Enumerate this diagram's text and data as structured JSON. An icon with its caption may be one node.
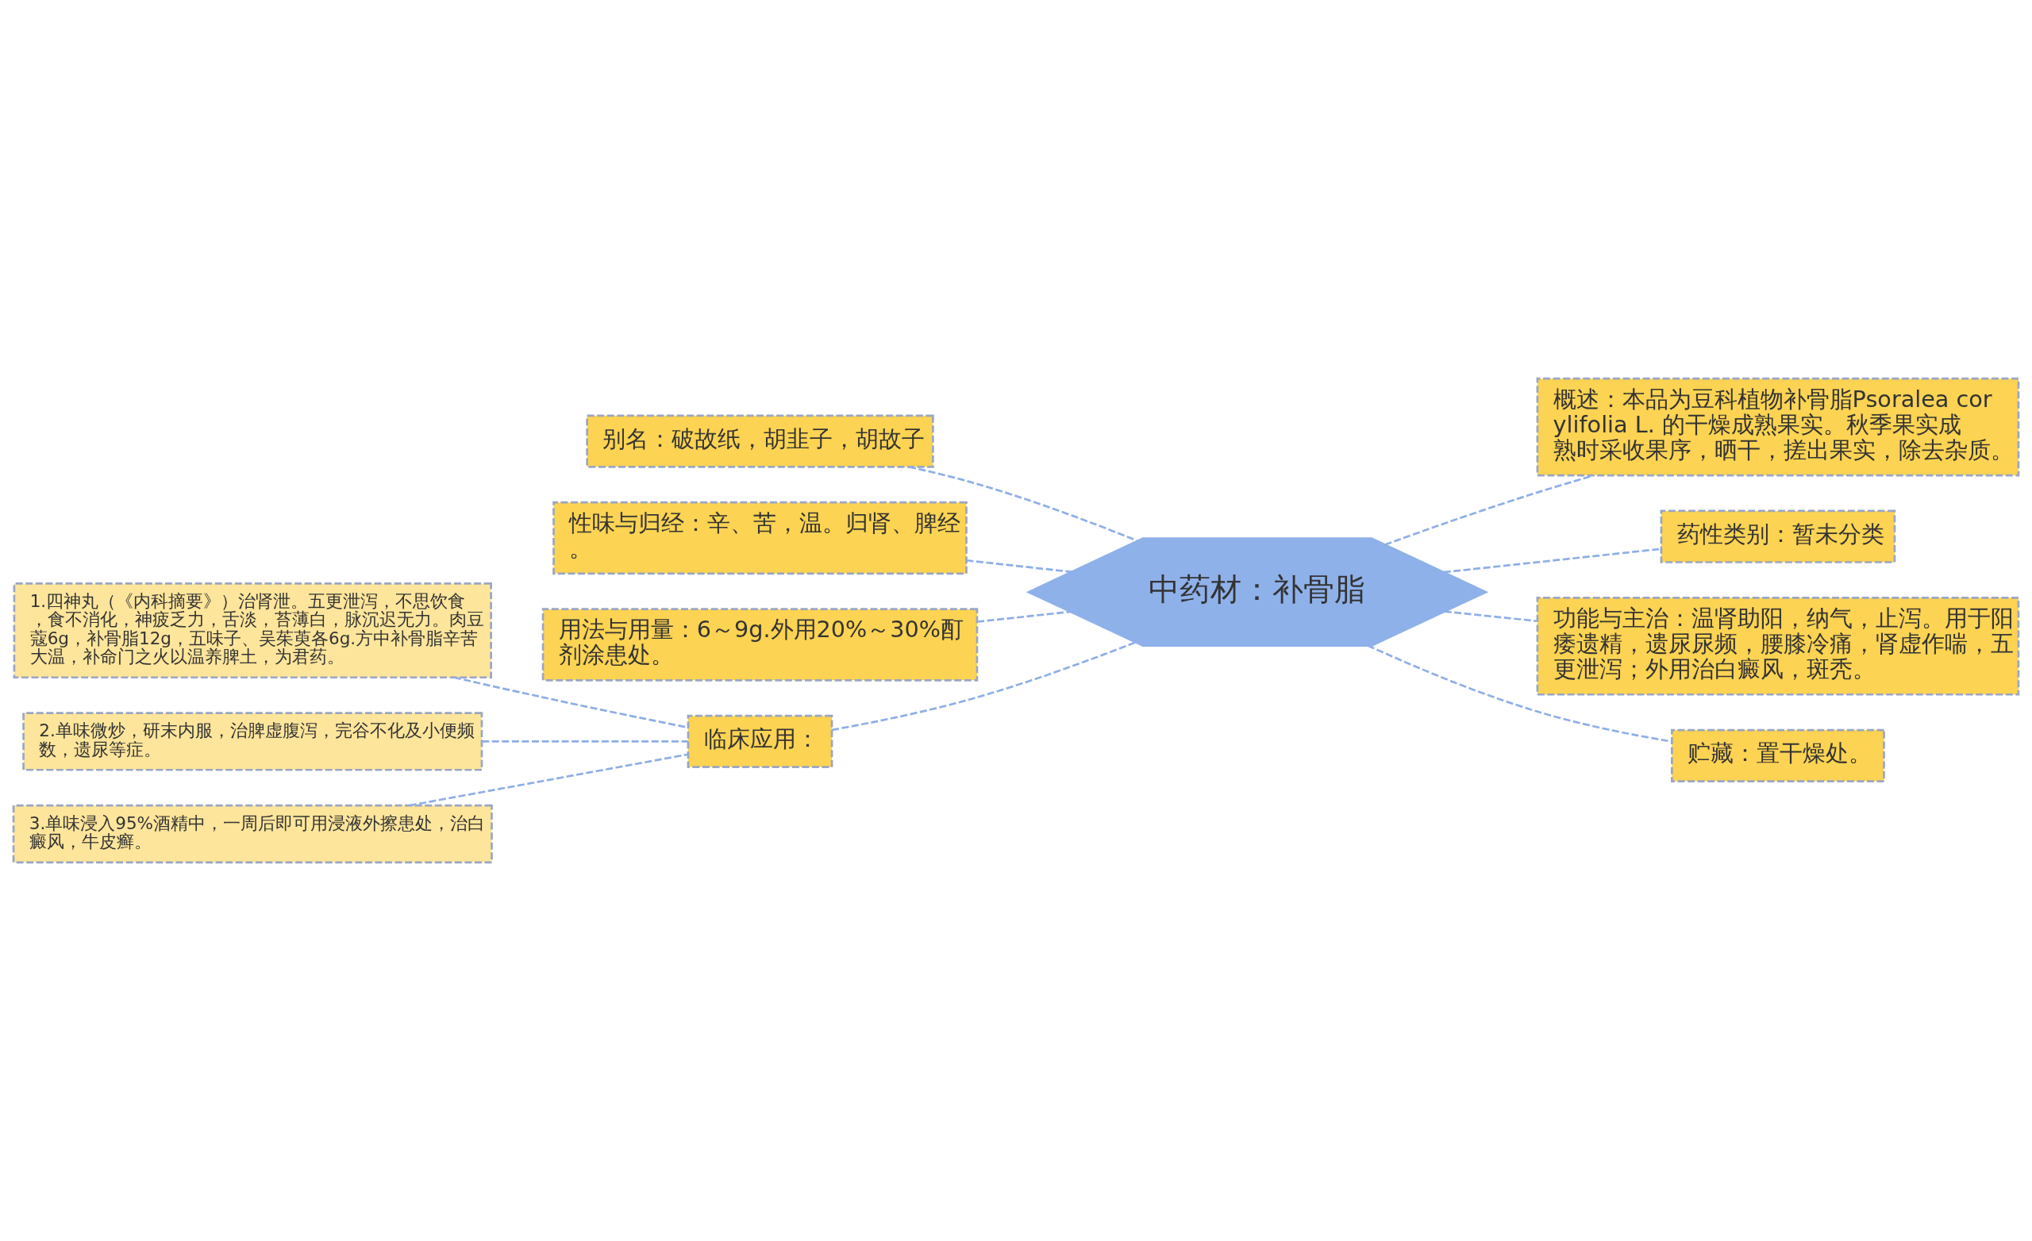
{
  "diagram": {
    "nodes": [
      {
        "text": [
          "中药材：补骨脂"
        ]
      },
      {
        "text": [
          "别名：破故纸，胡韭子，胡故子"
        ]
      },
      {
        "text": [
          "性味与归经：辛、苦，温。归肾、脾经。"
        ]
      },
      {
        "text": [
          "用法与用量：6～9g.外用20%～30%酊剂涂患处。"
        ]
      },
      {
        "text": [
          "临床应用："
        ]
      },
      {
        "text": [
          "1.四神丸（《内科摘要》）治肾泄。五更泄泻，不思饮食，食不消化，神疲乏力，舌淡，苔薄白，脉沉迟无力。肉豆蔻6g，补骨脂12g，五味子、吴茱萸各6g.方中补骨脂辛苦大温，补命门之火以温养脾土，为君药。"
        ]
      },
      {
        "text": [
          "2.单味微炒，研末内服，治脾虚腹泻，完谷不化及小便频数，遗尿等症。"
        ]
      },
      {
        "text": [
          "3.单味浸入95%酒精中，一周后即可用浸液外擦患处，治白癜风，牛皮癣。"
        ]
      },
      {
        "text": [
          "概述：本品为豆科植物补骨脂Psoralea corylifolia L. 的干燥成熟果实。秋季果实成熟时采收果序，晒干，搓出果实，除去杂质。"
        ]
      },
      {
        "text": [
          "药性类别：暂未分类"
        ]
      },
      {
        "text": [
          "功能与主治：温肾助阳，纳气，止泻。用于阳痿遗精，遗尿尿频，腰膝冷痛，肾虚作喘，五更泄泻；外用治白癜风，斑秃。"
        ]
      },
      {
        "text": [
          "贮藏：置干燥处。"
        ]
      }
    ],
    "edges": [
      {
        "from": 0,
        "to": 1,
        "arrow": "none",
        "style": "dashed"
      },
      {
        "from": 0,
        "to": 2,
        "arrow": "none",
        "style": "dashed"
      },
      {
        "from": 0,
        "to": 3,
        "arrow": "none",
        "style": "dashed"
      },
      {
        "from": 0,
        "to": 4,
        "arrow": "none",
        "style": "dashed"
      },
      {
        "from": 4,
        "to": 5,
        "arrow": "none",
        "style": "dashed"
      },
      {
        "from": 4,
        "to": 6,
        "arrow": "none",
        "style": "dashed"
      },
      {
        "from": 4,
        "to": 7,
        "arrow": "none",
        "style": "dashed"
      },
      {
        "from": 0,
        "to": 8,
        "arrow": "none",
        "style": "dashed"
      },
      {
        "from": 0,
        "to": 9,
        "arrow": "none",
        "style": "dashed"
      },
      {
        "from": 0,
        "to": 10,
        "arrow": "none",
        "style": "dashed"
      },
      {
        "from": 0,
        "to": 11,
        "arrow": "none",
        "style": "dashed"
      }
    ]
  }
}
